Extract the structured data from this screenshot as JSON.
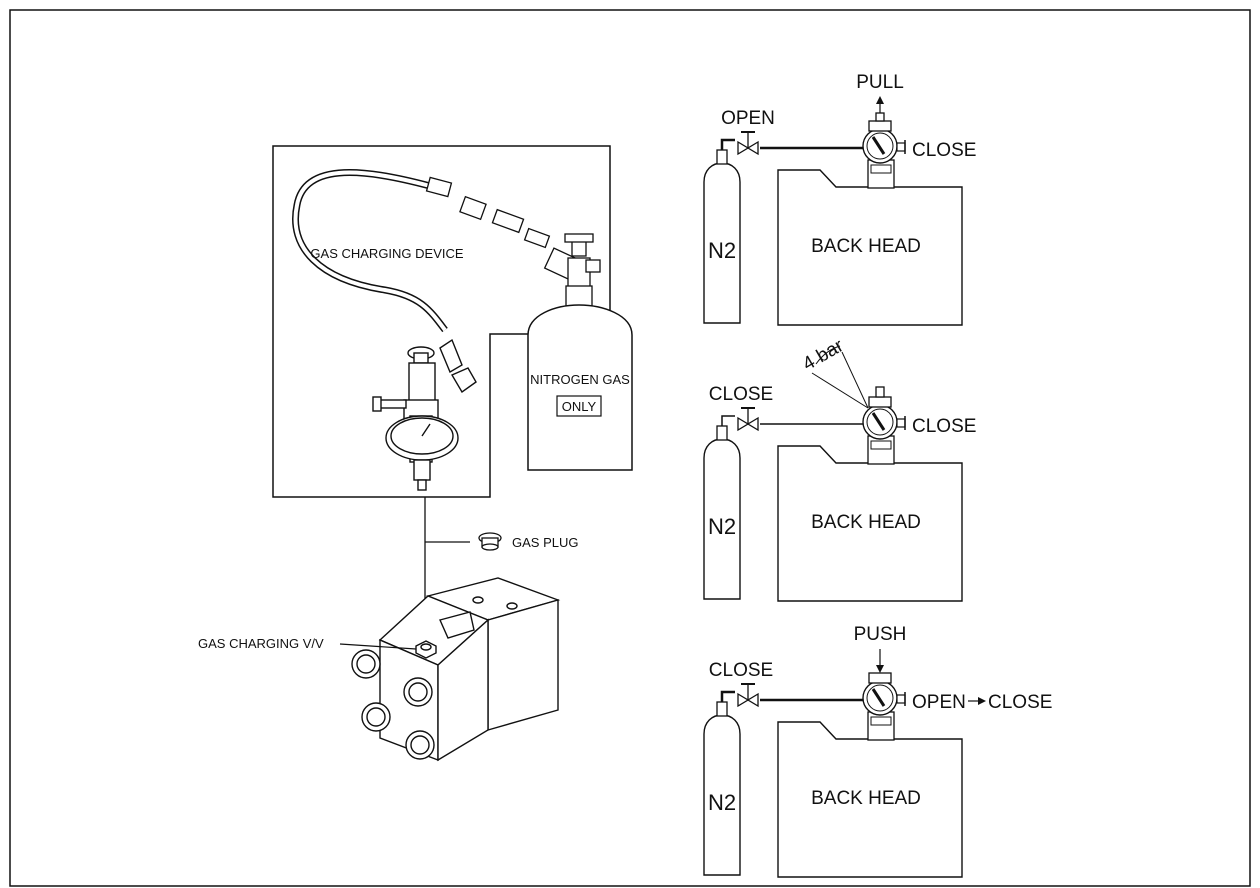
{
  "left_diagram": {
    "device_label": "GAS CHARGING DEVICE",
    "cylinder_label": "NITROGEN GAS",
    "cylinder_sublabel": "ONLY",
    "plug_label": "GAS PLUG",
    "valve_label": "GAS CHARGING V/V"
  },
  "steps": [
    {
      "top_label": "PULL",
      "valve_label": "OPEN",
      "right_label": "CLOSE",
      "cylinder_label": "N2",
      "tank_label": "BACK HEAD"
    },
    {
      "pressure_label": "4 bar",
      "valve_label": "CLOSE",
      "right_label": "CLOSE",
      "cylinder_label": "N2",
      "tank_label": "BACK HEAD"
    },
    {
      "top_label": "PUSH",
      "valve_label": "CLOSE",
      "right_label": "OPEN",
      "right_label_2": "CLOSE",
      "cylinder_label": "N2",
      "tank_label": "BACK HEAD"
    }
  ],
  "colors": {
    "ink": "#111111",
    "background": "#ffffff"
  }
}
